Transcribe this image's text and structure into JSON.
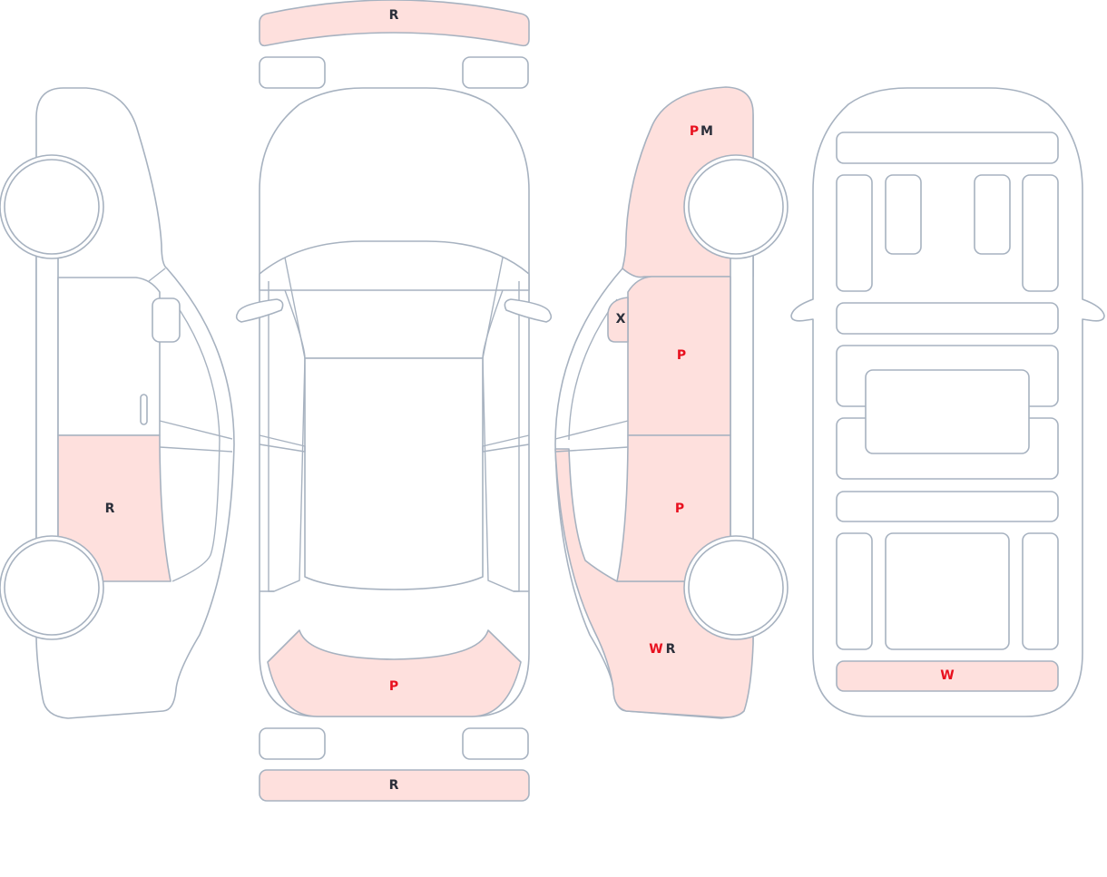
{
  "colors": {
    "damaged_fill": "#fee0dd",
    "outline": "#a7b2c0",
    "code_red": "#e8101e",
    "code_dark": "#2b2f3a"
  },
  "panels": {
    "front_bumper": {
      "codes": [
        {
          "code": "R",
          "tone": "dark"
        }
      ]
    },
    "left_rear_door": {
      "codes": [
        {
          "code": "R",
          "tone": "dark"
        }
      ]
    },
    "rear_hood": {
      "codes": [
        {
          "code": "P",
          "tone": "red"
        }
      ]
    },
    "rear_bumper": {
      "codes": [
        {
          "code": "R",
          "tone": "dark"
        }
      ]
    },
    "right_front_fender": {
      "codes": [
        {
          "code": "P",
          "tone": "red"
        },
        {
          "code": "M",
          "tone": "dark"
        }
      ]
    },
    "right_mirror": {
      "codes": [
        {
          "code": "X",
          "tone": "dark"
        }
      ]
    },
    "right_front_door": {
      "codes": [
        {
          "code": "P",
          "tone": "red"
        }
      ]
    },
    "right_rear_door": {
      "codes": [
        {
          "code": "P",
          "tone": "red"
        }
      ]
    },
    "right_rear_quarter": {
      "codes": [
        {
          "code": "W",
          "tone": "red"
        },
        {
          "code": "R",
          "tone": "dark"
        }
      ]
    },
    "rear_floor": {
      "codes": [
        {
          "code": "W",
          "tone": "red"
        }
      ]
    }
  }
}
